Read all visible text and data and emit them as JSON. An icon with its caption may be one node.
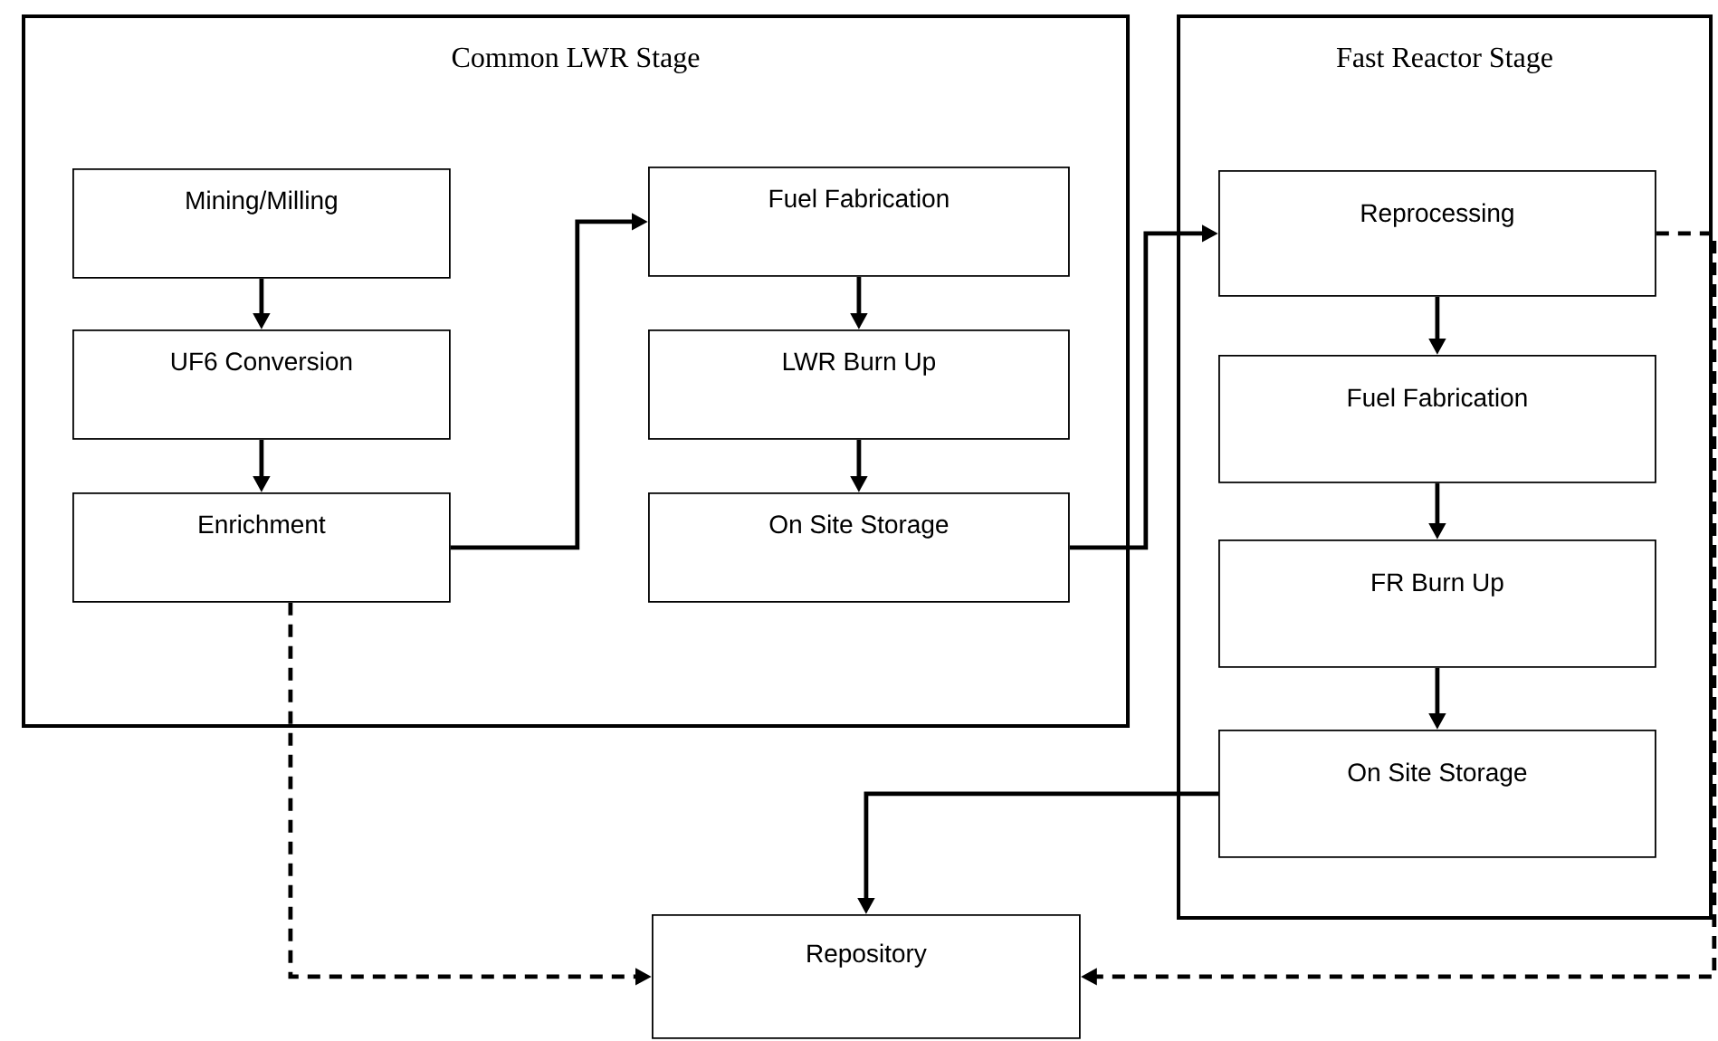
{
  "diagram": {
    "nodes": [
      {
        "text": [
          "Common LWR Stage"
        ]
      },
      {
        "text": [
          "Mining/Milling"
        ],
        "in": 0
      },
      {
        "text": [
          "UF6 Conversion"
        ],
        "in": 0
      },
      {
        "text": [
          "Enrichment"
        ],
        "in": 0
      },
      {
        "text": [
          "Fuel Fabrication"
        ],
        "in": 0
      },
      {
        "text": [
          "LWR Burn Up"
        ],
        "in": 0
      },
      {
        "text": [
          "On Site Storage"
        ],
        "in": 0
      },
      {
        "text": [
          "Fast Reactor Stage"
        ]
      },
      {
        "text": [
          "Reprocessing"
        ],
        "in": 7
      },
      {
        "text": [
          "Fuel Fabrication"
        ],
        "in": 7
      },
      {
        "text": [
          "FR Burn Up"
        ],
        "in": 7
      },
      {
        "text": [
          "On Site Storage"
        ],
        "in": 7
      },
      {
        "text": [
          "Repository"
        ]
      }
    ],
    "edges": [
      {
        "from": 1,
        "to": 2,
        "arrow": "to"
      },
      {
        "from": 2,
        "to": 3,
        "arrow": "to"
      },
      {
        "from": 3,
        "to": 4,
        "arrow": "to"
      },
      {
        "from": 4,
        "to": 5,
        "arrow": "to"
      },
      {
        "from": 5,
        "to": 6,
        "arrow": "to"
      },
      {
        "from": 6,
        "to": 8,
        "arrow": "to"
      },
      {
        "from": 8,
        "to": 9,
        "arrow": "to"
      },
      {
        "from": 9,
        "to": 10,
        "arrow": "to"
      },
      {
        "from": 10,
        "to": 11,
        "arrow": "to"
      },
      {
        "from": 11,
        "to": 12,
        "arrow": "to"
      },
      {
        "from": 3,
        "to": 12,
        "arrow": "to",
        "style": "dashed"
      },
      {
        "from": 8,
        "to": 12,
        "arrow": "to",
        "style": "dashed"
      }
    ]
  }
}
